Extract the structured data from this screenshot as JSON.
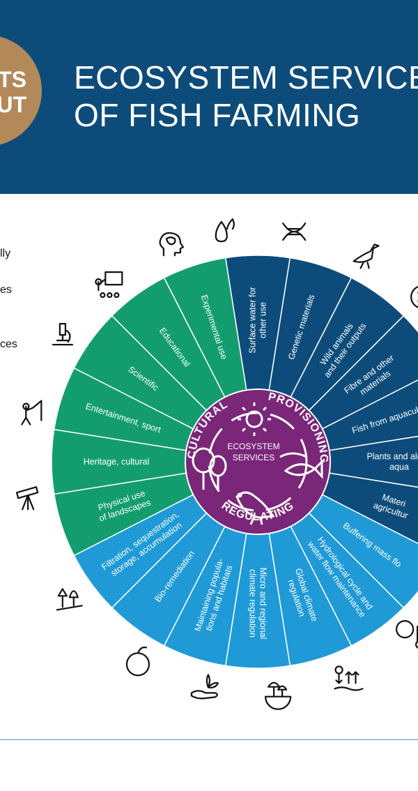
{
  "header": {
    "badge_line1": "TS",
    "badge_line2": "UT",
    "title_line1": "ECOSYSTEM SERVICES",
    "title_line2": "OF FISH FARMING"
  },
  "side_notes": [
    "lly",
    "es",
    "ces"
  ],
  "center": {
    "label_line1": "ECOSYSTEM",
    "label_line2": "SERVICES",
    "categories": {
      "provisioning": "PROVISIONING",
      "regulating": "REGULATING",
      "cultural": "CULTURAL"
    }
  },
  "segments": [
    {
      "category": "provisioning",
      "lines": [
        "Surface water for",
        "other use"
      ]
    },
    {
      "category": "provisioning",
      "lines": [
        "Genetic materials"
      ]
    },
    {
      "category": "provisioning",
      "lines": [
        "Wild animals",
        "and their outputs"
      ]
    },
    {
      "category": "provisioning",
      "lines": [
        "Fibre and other",
        "materials"
      ]
    },
    {
      "category": "provisioning",
      "lines": [
        "Fish from aquaculture"
      ]
    },
    {
      "category": "provisioning",
      "lines": [
        "Plants and algae",
        "aqua"
      ]
    },
    {
      "category": "provisioning",
      "lines": [
        "Materi",
        "agricultur"
      ]
    },
    {
      "category": "regulating",
      "lines": [
        "Buffering mass flo"
      ]
    },
    {
      "category": "regulating",
      "lines": [
        "Hydrological cycle and",
        "water flow maintenance"
      ]
    },
    {
      "category": "regulating",
      "lines": [
        "Global climate",
        "regulation"
      ]
    },
    {
      "category": "regulating",
      "lines": [
        "Micro and regional",
        "climate regulation"
      ]
    },
    {
      "category": "regulating",
      "lines": [
        "Maintaining popula-",
        "tions and habitats"
      ]
    },
    {
      "category": "regulating",
      "lines": [
        "Bio-remediation"
      ]
    },
    {
      "category": "regulating",
      "lines": [
        "Filtration, sequestration,",
        "storage, accumulation"
      ]
    },
    {
      "category": "cultural",
      "lines": [
        "Physical use",
        "of landscapes"
      ]
    },
    {
      "category": "cultural",
      "lines": [
        "Heritage, cultural"
      ]
    },
    {
      "category": "cultural",
      "lines": [
        "Entertainment, sport"
      ]
    },
    {
      "category": "cultural",
      "lines": [
        "Scientific"
      ]
    },
    {
      "category": "cultural",
      "lines": [
        "Educational"
      ]
    },
    {
      "category": "cultural",
      "lines": [
        "Experimental use"
      ]
    }
  ],
  "icons": [
    "water-drops-icon",
    "dna-icon",
    "heron-icon",
    "fibre-material-icon",
    "recycle-icon",
    "thermometer-globe-icon",
    "sun-evaporation-icon",
    "habitat-globe-icon",
    "hand-plant-icon",
    "co2-fruit-icon",
    "landscape-trees-icon",
    "telescope-icon",
    "fishing-person-icon",
    "microscope-icon",
    "teacher-board-icon",
    "brain-head-icon"
  ],
  "colors": {
    "header": "#0d4c7a",
    "badge": "#b3895a",
    "provisioning": "#0d4c7a",
    "regulating": "#1f9ad7",
    "cultural": "#139d6f",
    "center": "#7a2679"
  }
}
